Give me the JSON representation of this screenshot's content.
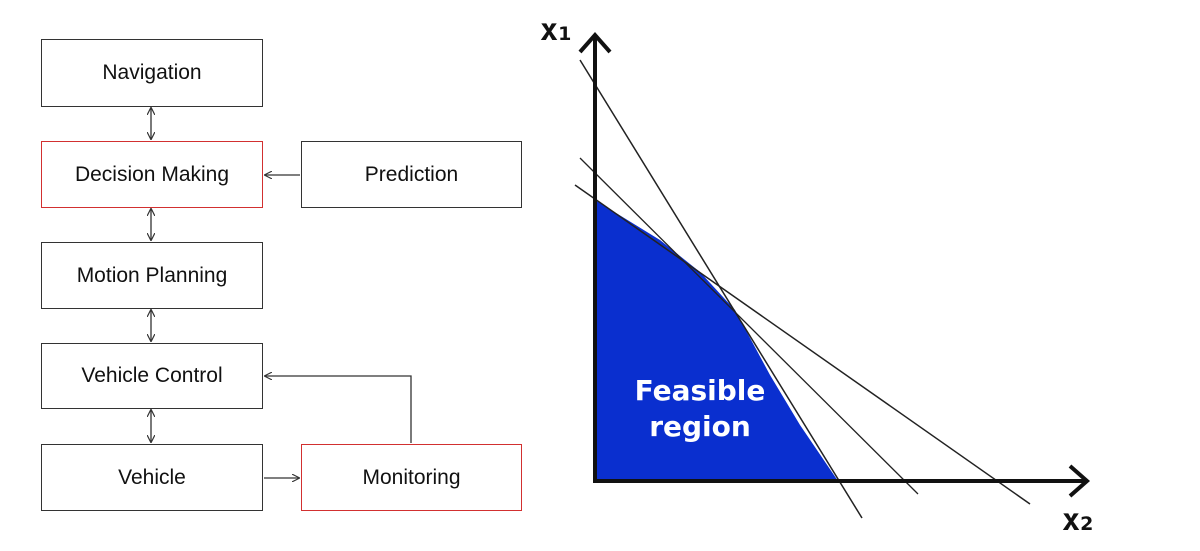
{
  "flowchart": {
    "navigation": "Navigation",
    "decision_making": "Decision Making",
    "prediction": "Prediction",
    "motion_planning": "Motion Planning",
    "vehicle_control": "Vehicle Control",
    "vehicle": "Vehicle",
    "monitoring": "Monitoring",
    "highlight_color": "#d23030"
  },
  "lp_plot": {
    "x1_base": "x",
    "x1_sub": "1",
    "x2_base": "x",
    "x2_sub": "2",
    "region_label_line1": "Feasible",
    "region_label_line2": "region",
    "region_color": "#0a2fcf"
  }
}
